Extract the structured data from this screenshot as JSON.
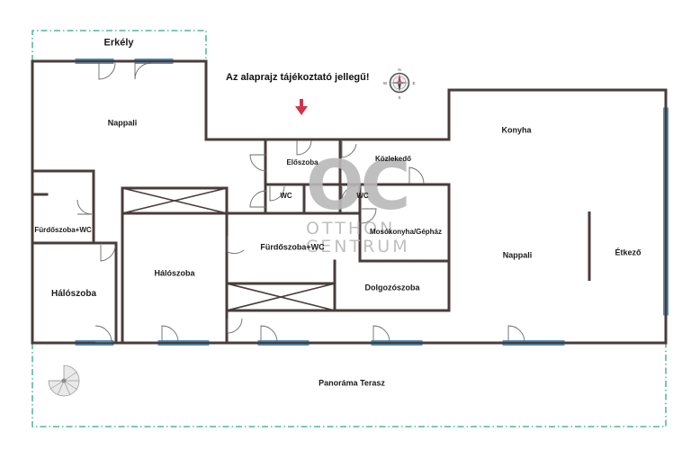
{
  "plan": {
    "disclaimer": "Az alaprajz tájékoztató jellegű!",
    "rooms": {
      "erkely": "Erkély",
      "nappali_left": "Nappali",
      "eloszoba": "Előszoba",
      "kozlekedo": "Közlekedő",
      "konyha": "Konyha",
      "wc_1": "WC",
      "wc_2": "WC",
      "furdoszoba_left": "Fürdőszoba+WC",
      "furdoszoba_center": "Fürdőszoba+WC",
      "mosokonyha": "Mosókonyha/Gépház",
      "halo_left": "Hálószoba",
      "halo_center": "Hálószoba",
      "dolgozo": "Dolgozószoba",
      "nappali_right": "Nappali",
      "etkezo": "Étkező",
      "terasz": "Panoráma Terasz"
    },
    "watermark": {
      "monogram": "OC",
      "line1": "OTTHON",
      "line2": "CENTRUM"
    },
    "compass_letters": {
      "n": "N",
      "s": "S",
      "e": "E",
      "w": "W"
    },
    "colors": {
      "wall": "#4a3c3c",
      "window": "#5ba8d8",
      "terrace_border": "#2fa88a",
      "arrow": "#d0344a",
      "watermark": "#b9b9b9"
    }
  }
}
